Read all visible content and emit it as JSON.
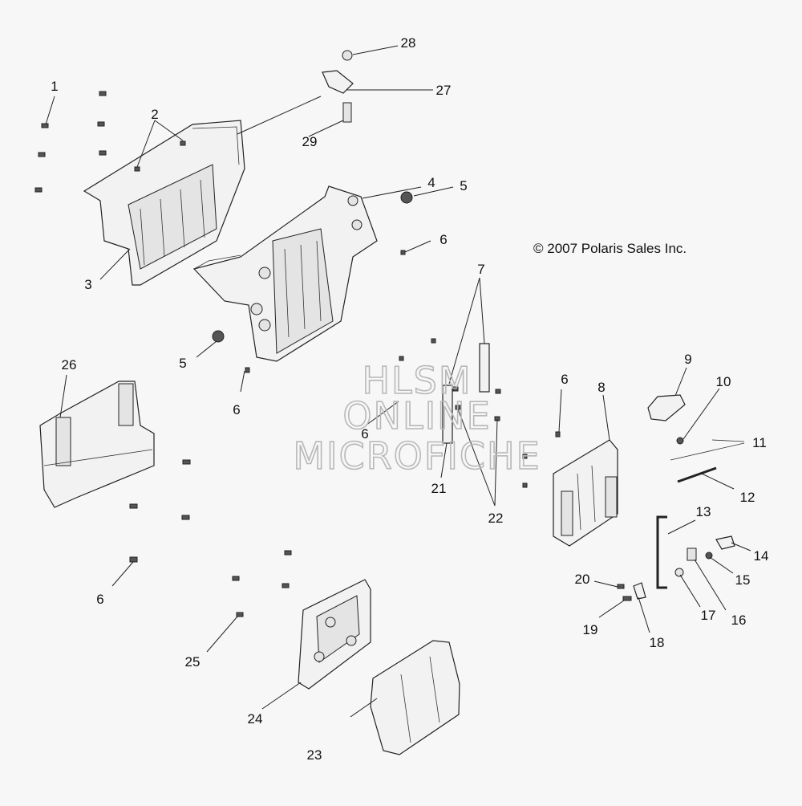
{
  "copyright": "© 2007 Polaris Sales Inc.",
  "watermark": {
    "line1": "HLSM",
    "line2": "ONLINE",
    "line3": "MICROFICHE"
  },
  "callouts": [
    "1",
    "2",
    "3",
    "4",
    "5",
    "5",
    "6",
    "6",
    "6",
    "6",
    "6",
    "7",
    "8",
    "9",
    "10",
    "11",
    "12",
    "13",
    "14",
    "15",
    "16",
    "17",
    "18",
    "19",
    "20",
    "21",
    "22",
    "23",
    "24",
    "25",
    "26",
    "27",
    "28",
    "29"
  ]
}
